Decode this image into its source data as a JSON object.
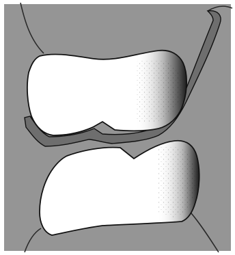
{
  "figure": {
    "colors": {
      "background": "#959595",
      "border": "#ffffff",
      "tooth_fill": "#ffffff",
      "tooth_outline": "#111111",
      "shading": "#1a1a1a",
      "band_fill": "#6e6e6e",
      "gum_line": "#2a2a2a"
    },
    "elements": [
      {
        "name": "upper-tooth",
        "label": ""
      },
      {
        "name": "lower-tooth",
        "label": ""
      },
      {
        "name": "matrix-band",
        "label": ""
      }
    ]
  }
}
